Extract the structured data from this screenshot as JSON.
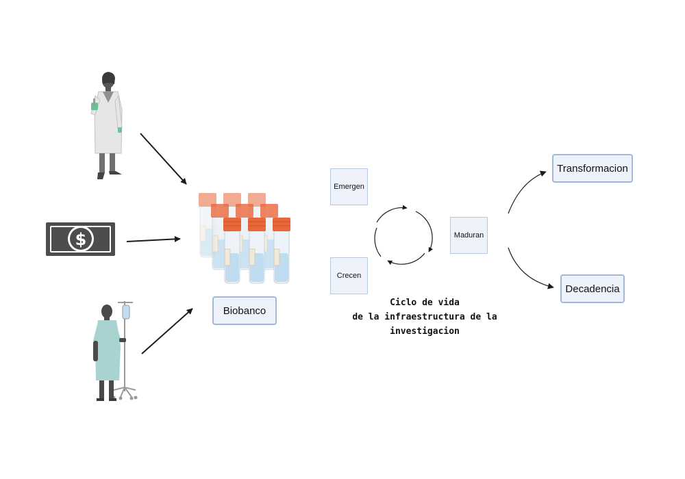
{
  "nodes": {
    "biobank": "Biobanco",
    "emerge": "Emergen",
    "grow": "Crecen",
    "mature": "Maduran",
    "transformation": "Transformacion",
    "decline": "Decadencia"
  },
  "caption": {
    "line1": "Ciclo de vida",
    "line2": "de la infraestructura de la",
    "line3": "investigacion"
  },
  "icons": {
    "researcher": "scientist-icon",
    "funding": "banknote-icon",
    "patient": "patient-icon",
    "samples": "test-tubes-icon"
  },
  "colors": {
    "box_fill": "#eef3fb",
    "box_border": "#a3b7d6",
    "tube_cap": "#e9673b",
    "tube_liquid": "#bfdcf0",
    "gown": "#a9d3d1",
    "banknote": "#4d4d4d"
  }
}
